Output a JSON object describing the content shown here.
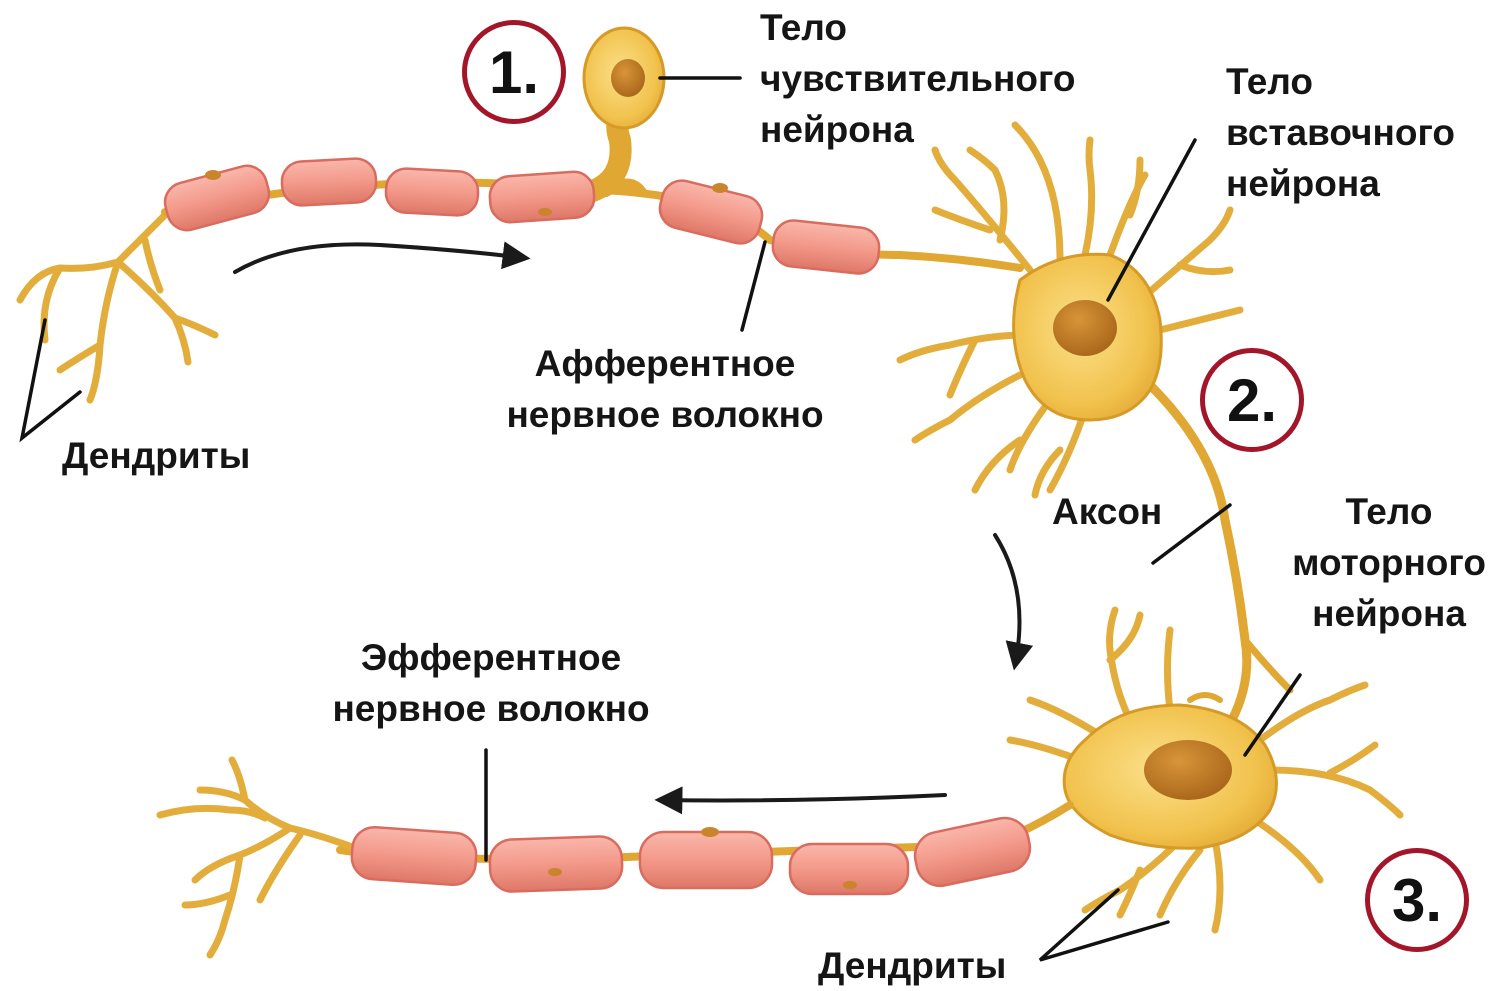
{
  "labels": {
    "sensory_body": [
      "Тело",
      "чувствительного",
      "нейрона"
    ],
    "inter_body": [
      "Тело",
      "вставочного",
      "нейрона"
    ],
    "motor_body": [
      "Тело",
      "моторного",
      "нейрона"
    ],
    "afferent": [
      "Афферентное",
      "нервное волокно"
    ],
    "efferent": [
      "Эфферентное",
      "нервное волокно"
    ],
    "dendrites_left": "Дендриты",
    "dendrites_bottom": "Дендриты",
    "axon": "Аксон"
  },
  "badges": [
    "1.",
    "2.",
    "3."
  ],
  "colors": {
    "neuron_fill": "#f1c24d",
    "neuron_stroke": "#d69a26",
    "nucleus": "#c07a1f",
    "myelin_fill": "#f3998a",
    "myelin_stroke": "#d96c5e",
    "badge_ring": "#a3162a",
    "leader_line": "#111111"
  }
}
